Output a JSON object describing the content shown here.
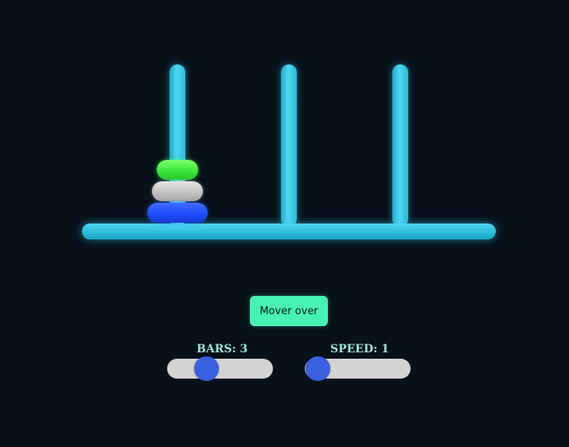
{
  "game": {
    "rods": [
      "rod-1",
      "rod-2",
      "rod-3"
    ],
    "disks_on_rod_1": [
      {
        "name": "small",
        "color": "#3ee83a"
      },
      {
        "name": "medium",
        "color": "#c2c2c2"
      },
      {
        "name": "large",
        "color": "#1f4dfa"
      }
    ],
    "colors": {
      "background": "#07111a",
      "rod": "#38c8e8",
      "button": "#48f2b3",
      "label": "#9fe3cf",
      "slider_thumb": "#3a5fe0",
      "slider_track": "#d3d3d3"
    }
  },
  "controls": {
    "move_button_label": "Mover over",
    "bars_label": "BARS: 3",
    "bars_value": 3,
    "speed_label": "SPEED: 1",
    "speed_value": 1
  }
}
